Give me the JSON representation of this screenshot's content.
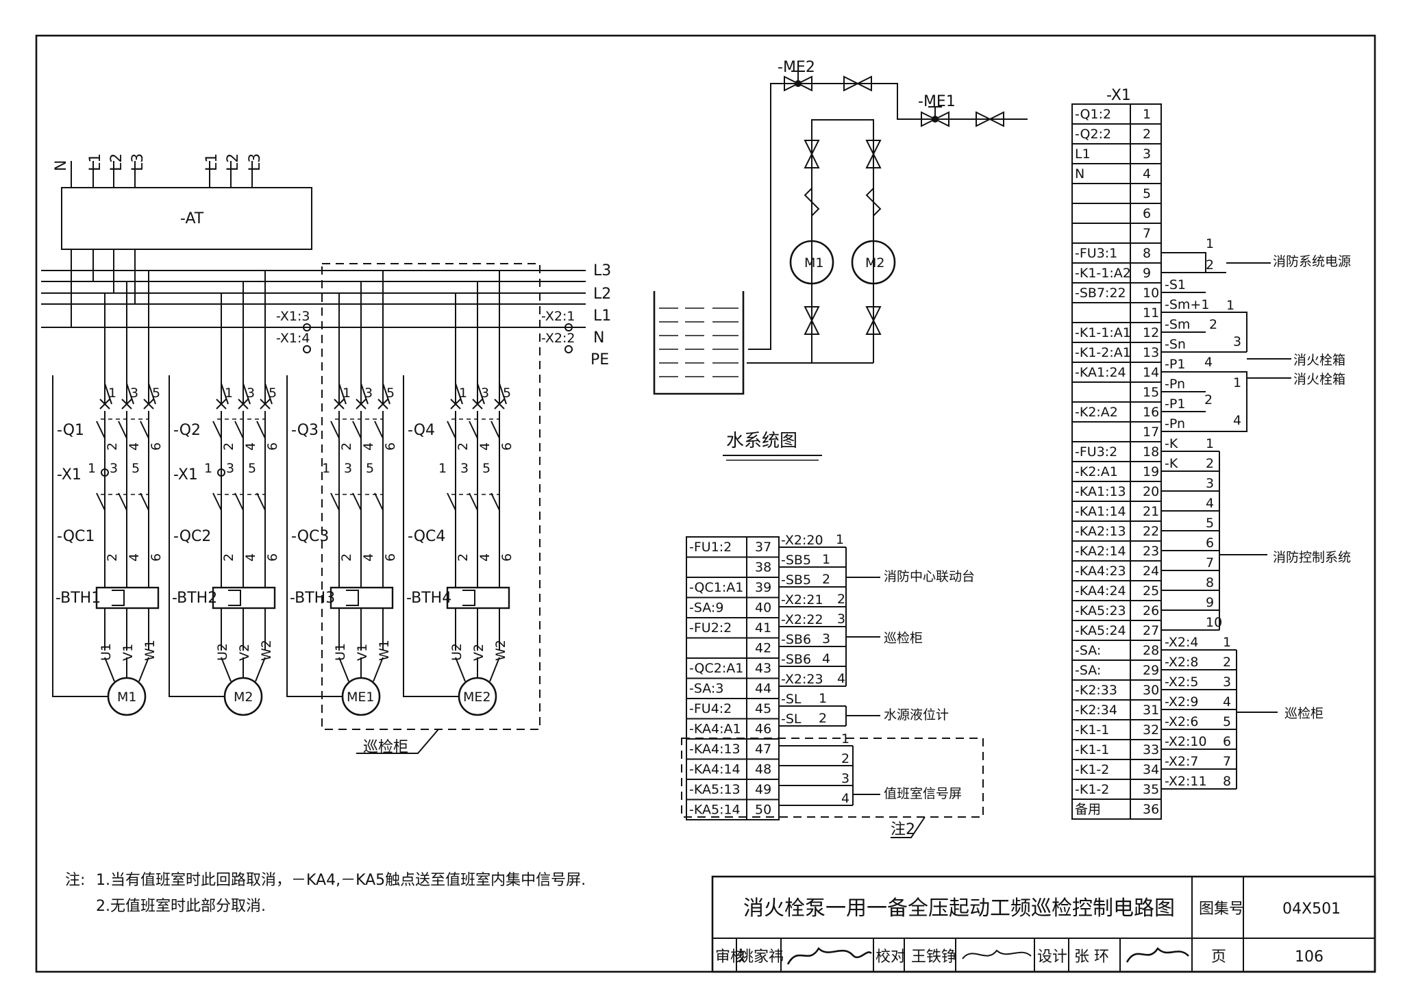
{
  "power_diagram": {
    "supply_left": [
      "N",
      "L1",
      "L2",
      "L3"
    ],
    "supply_right": [
      "L1",
      "L2",
      "L3"
    ],
    "at_label": "-AT",
    "bus_labels": [
      "L3",
      "L2",
      "L1",
      "N",
      "PE"
    ],
    "x1_taps": [
      "-X1:3",
      "-X1:4"
    ],
    "x2_taps": [
      "-X2:1",
      "-X2:2"
    ],
    "circuits": [
      {
        "breaker": "-Q1",
        "terminal": "-X1",
        "contactor": "-QC1",
        "relay": "-BTH1",
        "motor": "M1",
        "phases": [
          "U1",
          "V1",
          "W1"
        ]
      },
      {
        "breaker": "-Q2",
        "terminal": "-X1",
        "contactor": "-QC2",
        "relay": "-BTH2",
        "motor": "M2",
        "phases": [
          "U2",
          "V2",
          "W2"
        ]
      },
      {
        "breaker": "-Q3",
        "terminal": "",
        "contactor": "-QC3",
        "relay": "-BTH3",
        "motor": "ME1",
        "phases": [
          "U1",
          "V1",
          "W1"
        ]
      },
      {
        "breaker": "-Q4",
        "terminal": "",
        "contactor": "-QC4",
        "relay": "-BTH4",
        "motor": "ME2",
        "phases": [
          "U2",
          "V2",
          "W2"
        ]
      }
    ],
    "top_pins": [
      "1",
      "3",
      "5"
    ],
    "bottom_pins": [
      "2",
      "4",
      "6"
    ],
    "patrol_cabinet": "巡检柜"
  },
  "water_system": {
    "title": "水系统图",
    "valve_labels": [
      "-ME2",
      "-ME1"
    ],
    "pumps": [
      "M1",
      "M2"
    ]
  },
  "terminal_x1": {
    "title": "-X1",
    "rows": [
      {
        "label": "-Q1:2",
        "num": "1"
      },
      {
        "label": "-Q2:2",
        "num": "2"
      },
      {
        "label": "L1",
        "num": "3"
      },
      {
        "label": "N",
        "num": "4"
      },
      {
        "label": "",
        "num": "5"
      },
      {
        "label": "",
        "num": "6"
      },
      {
        "label": "",
        "num": "7"
      },
      {
        "label": "-FU3:1",
        "num": "8"
      },
      {
        "label": "-K1-1:A2",
        "num": "9"
      },
      {
        "label": "-SB7:22",
        "num": "10"
      },
      {
        "label": "",
        "num": "11"
      },
      {
        "label": "-K1-1:A1",
        "num": "12"
      },
      {
        "label": "-K1-2:A1",
        "num": "13"
      },
      {
        "label": "-KA1:24",
        "num": "14"
      },
      {
        "label": "",
        "num": "15"
      },
      {
        "label": "-K2:A2",
        "num": "16"
      },
      {
        "label": "",
        "num": "17"
      },
      {
        "label": "-FU3:2",
        "num": "18"
      },
      {
        "label": "-K2:A1",
        "num": "19"
      },
      {
        "label": "-KA1:13",
        "num": "20"
      },
      {
        "label": "-KA1:14",
        "num": "21"
      },
      {
        "label": "-KA2:13",
        "num": "22"
      },
      {
        "label": "-KA2:14",
        "num": "23"
      },
      {
        "label": "-KA4:23",
        "num": "24"
      },
      {
        "label": "-KA4:24",
        "num": "25"
      },
      {
        "label": "-KA5:23",
        "num": "26"
      },
      {
        "label": "-KA5:24",
        "num": "27"
      },
      {
        "label": "-SA:",
        "num": "28"
      },
      {
        "label": "-SA:",
        "num": "29"
      },
      {
        "label": "-K2:33",
        "num": "30"
      },
      {
        "label": "-K2:34",
        "num": "31"
      },
      {
        "label": "-K1-1",
        "num": "32"
      },
      {
        "label": "-K1-1",
        "num": "33"
      },
      {
        "label": "-K1-2",
        "num": "34"
      },
      {
        "label": "-K1-2",
        "num": "35"
      },
      {
        "label": "备用",
        "num": "36"
      }
    ],
    "links": [
      "-S1",
      "-Sm+1",
      "-Sm",
      "-Sn",
      "-P1",
      "-Pn",
      "-P1",
      "-Pn",
      "-K",
      "-K",
      "-X2:4",
      "-X2:8",
      "-X2:5",
      "-X2:9",
      "-X2:6",
      "-X2:10",
      "-X2:7",
      "-X2:11"
    ],
    "link_nums": [
      "1",
      "2",
      "1",
      "2",
      "3",
      "4",
      "1",
      "2",
      "3",
      "4",
      "5",
      "6",
      "7",
      "8",
      "9",
      "10",
      "1",
      "2",
      "3",
      "4",
      "5",
      "6",
      "7",
      "8"
    ],
    "dest_power": "消防系统电源",
    "dest_hydrant1": "消火栓箱",
    "dest_hydrant2": "消火栓箱",
    "dest_control": "消防控制系统",
    "dest_patrol": "巡检柜"
  },
  "terminal_x2": {
    "rows": [
      {
        "label": "-FU1:2",
        "num": "37"
      },
      {
        "label": "",
        "num": "38"
      },
      {
        "label": "-QC1:A1",
        "num": "39"
      },
      {
        "label": "-SA:9",
        "num": "40"
      },
      {
        "label": "-FU2:2",
        "num": "41"
      },
      {
        "label": "",
        "num": "42"
      },
      {
        "label": "-QC2:A1",
        "num": "43"
      },
      {
        "label": "-SA:3",
        "num": "44"
      },
      {
        "label": "-FU4:2",
        "num": "45"
      },
      {
        "label": "-KA4:A1",
        "num": "46"
      },
      {
        "label": "-KA4:13",
        "num": "47"
      },
      {
        "label": "-KA4:14",
        "num": "48"
      },
      {
        "label": "-KA5:13",
        "num": "49"
      },
      {
        "label": "-KA5:14",
        "num": "50"
      }
    ],
    "links": [
      "-X2:20",
      "-SB5",
      "-SB5",
      "-X2:21",
      "-X2:22",
      "-SB6",
      "-SB6",
      "-X2:23",
      "-SL",
      "-SL"
    ],
    "link_nums": [
      "1",
      "1",
      "2",
      "2",
      "3",
      "3",
      "4",
      "4",
      "1",
      "2",
      "1",
      "2",
      "3",
      "4"
    ],
    "dest_center": "消防中心联动台",
    "dest_patrol": "巡检柜",
    "dest_level": "水源液位计",
    "dest_duty": "值班室信号屏",
    "note_ref": "注2"
  },
  "notes": {
    "prefix": "注:",
    "line1": "1.当有值班室时此回路取消，－KA4,－KA5触点送至值班室内集中信号屏.",
    "line2": "2.无值班室时此部分取消."
  },
  "title_block": {
    "title": "消火栓泵一用一备全压起动工频巡检控制电路图",
    "atlas_label": "图集号",
    "atlas_no": "04X501",
    "review_label": "审核",
    "reviewer": "姚家祎",
    "check_label": "校对",
    "checker": "王铁铮",
    "design_label": "设计",
    "designer": "张 环",
    "page_label": "页",
    "page_no": "106"
  }
}
